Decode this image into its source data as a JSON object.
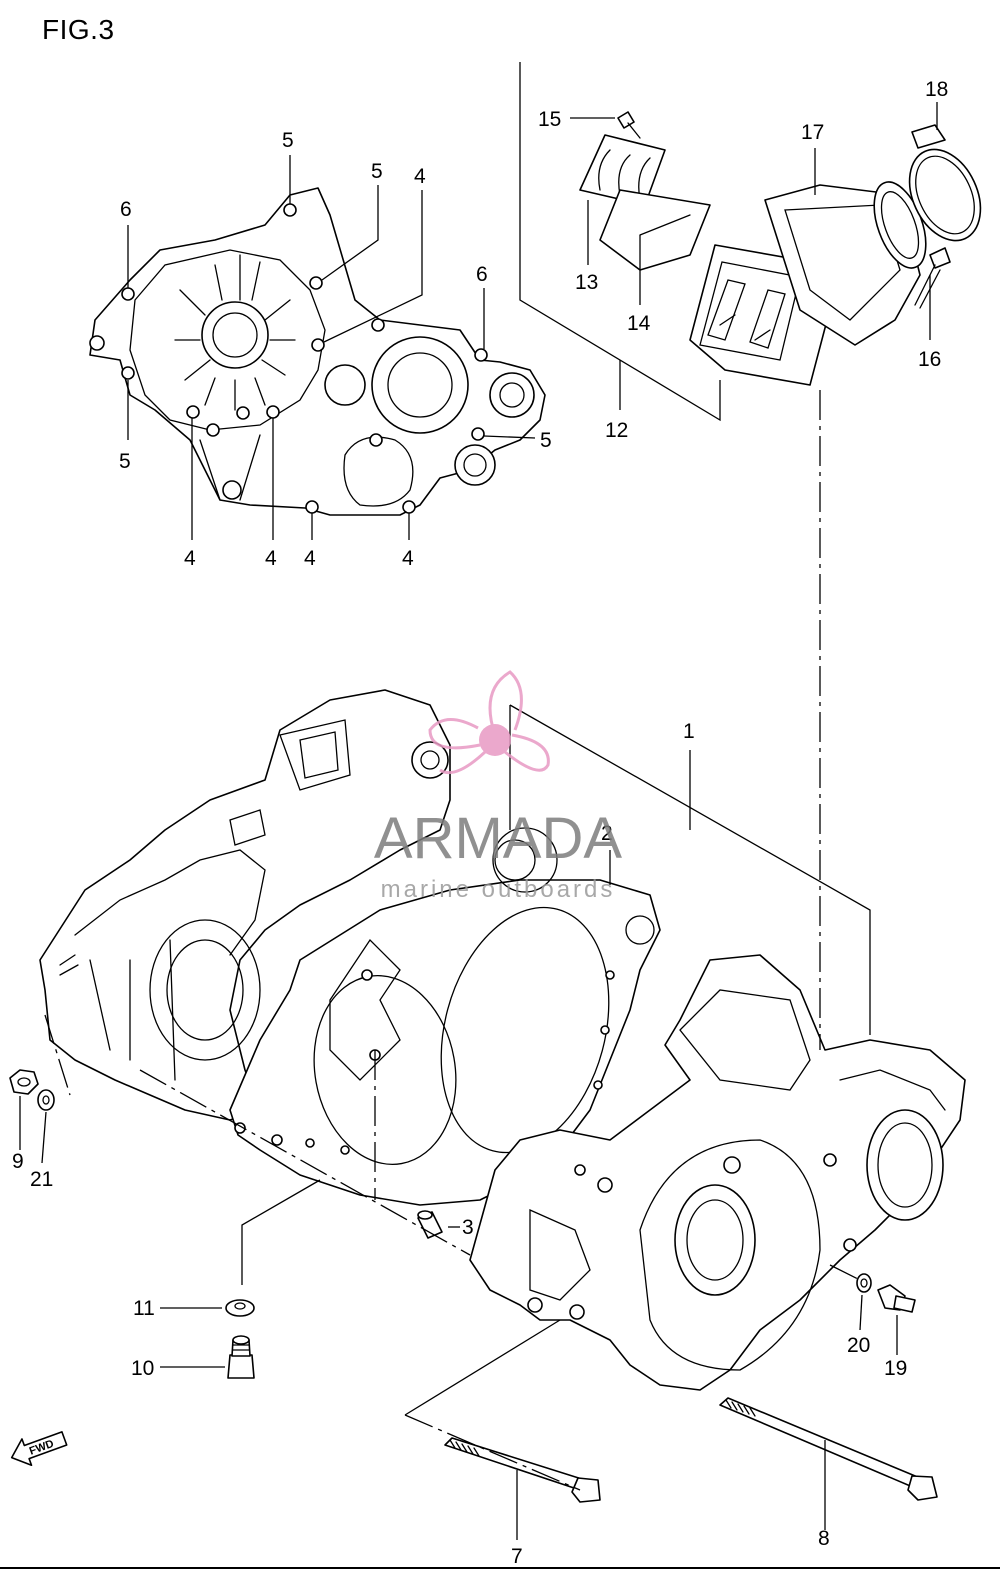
{
  "figure_title": "FIG.3",
  "watermark": {
    "brand": "ARMADA",
    "tagline": "marine outboards",
    "logo_icon": "propeller-icon",
    "logo_color": "#e89ac4",
    "text_color": "#7d7d7d"
  },
  "direction_marker": {
    "icon": "fwd-arrow-icon",
    "label": "FWD"
  },
  "callouts": {
    "c1": "1",
    "c2": "2",
    "c3": "3",
    "c4a": "4",
    "c4b": "4",
    "c4c": "4",
    "c4d": "4",
    "c4e": "4",
    "c5a": "5",
    "c5b": "5",
    "c5c": "5",
    "c5d": "5",
    "c6a": "6",
    "c6b": "6",
    "c7": "7",
    "c8": "8",
    "c9": "9",
    "c10": "10",
    "c11": "11",
    "c12": "12",
    "c13": "13",
    "c14": "14",
    "c15": "15",
    "c16": "16",
    "c17": "17",
    "c18": "18",
    "c19": "19",
    "c20": "20",
    "c21": "21"
  }
}
